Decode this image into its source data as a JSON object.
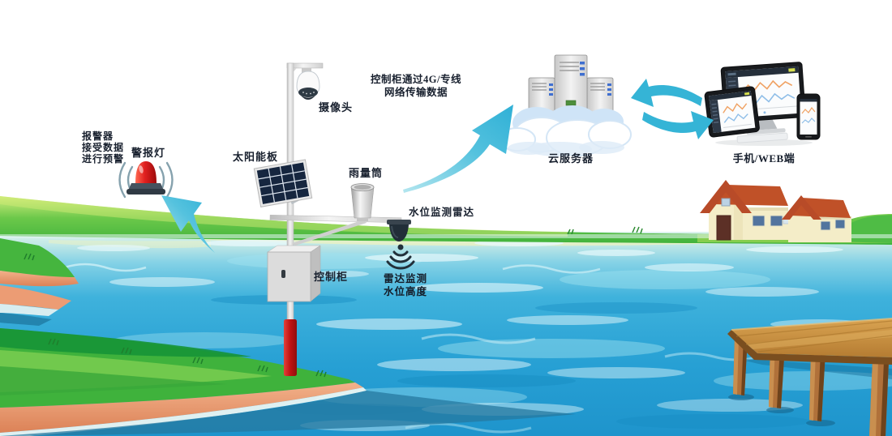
{
  "diagram": {
    "station": {
      "camera_label": "摄像头",
      "solar_label": "太阳能板",
      "rain_label": "雨量筒",
      "radar_label": "水位监测雷达",
      "cabinet_label": "控制柜",
      "radar_note": [
        "雷达监测",
        "水位高度"
      ]
    },
    "alarm": {
      "label": "警报灯",
      "note": [
        "报警器",
        "接受数据",
        "进行预警"
      ]
    },
    "link_note": [
      "控制柜通过4G/专线",
      "网络传输数据"
    ],
    "cloud": {
      "label": "云服务器"
    },
    "terminal": {
      "label": "手机/WEB端"
    },
    "colors": {
      "arrow_cyan": "#35b4d6",
      "water_blue": "#29a7d8",
      "grass_green": "#52be3e",
      "sand": "#e89a72",
      "alarm_red": "#d42222",
      "roof_rust": "#b84b28",
      "text": "#18202e"
    }
  }
}
